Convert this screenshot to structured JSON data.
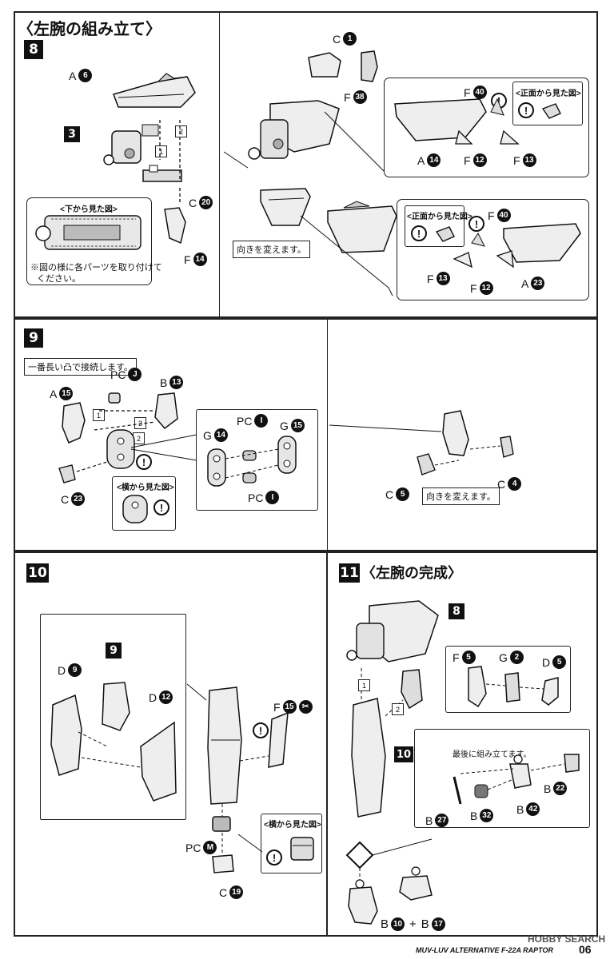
{
  "section_title": "〈左腕の組み立て〉",
  "step8": {
    "step": "8",
    "sub_step": "3",
    "labels": {
      "a6": {
        "letter": "A",
        "num": "6"
      },
      "c20": {
        "letter": "C",
        "num": "20"
      },
      "f14": {
        "letter": "F",
        "num": "14"
      },
      "c1": {
        "letter": "C",
        "num": "1"
      },
      "f38": {
        "letter": "F",
        "num": "38"
      },
      "f40a": {
        "letter": "F",
        "num": "40"
      },
      "a14": {
        "letter": "A",
        "num": "14"
      },
      "f12a": {
        "letter": "F",
        "num": "12"
      },
      "f13a": {
        "letter": "F",
        "num": "13"
      },
      "f40b": {
        "letter": "F",
        "num": "40"
      },
      "f13b": {
        "letter": "F",
        "num": "13"
      },
      "f12b": {
        "letter": "F",
        "num": "12"
      },
      "a23": {
        "letter": "A",
        "num": "23"
      }
    },
    "order_labels": [
      "1",
      "2"
    ],
    "bottom_view_header": "<下から見た図>",
    "bottom_view_note_1": "※図の様に各パーツを取り付けて",
    "bottom_view_note_2": "ください。",
    "front_view_header_1": "<正面から見た図>",
    "front_view_header_2": "<正面から見た図>",
    "rotate_note": "向きを変えます。"
  },
  "step9": {
    "step": "9",
    "longest_note": "一番長い凸で接続します。",
    "labels": {
      "pcj": {
        "letter": "PC",
        "num": "J"
      },
      "b13": {
        "letter": "B",
        "num": "13"
      },
      "a15": {
        "letter": "A",
        "num": "15"
      },
      "c23": {
        "letter": "C",
        "num": "23"
      },
      "g14": {
        "letter": "G",
        "num": "14"
      },
      "pci1": {
        "letter": "PC",
        "num": "I"
      },
      "g15": {
        "letter": "G",
        "num": "15"
      },
      "pci2": {
        "letter": "PC",
        "num": "I"
      },
      "c5": {
        "letter": "C",
        "num": "5"
      },
      "c4": {
        "letter": "C",
        "num": "4"
      }
    },
    "order_labels": [
      "1",
      "2",
      "3"
    ],
    "side_view_header": "<横から見た図>",
    "rotate_note": "向きを変えます。"
  },
  "step10": {
    "step": "10",
    "sub_step": "9",
    "labels": {
      "d9": {
        "letter": "D",
        "num": "9"
      },
      "d12": {
        "letter": "D",
        "num": "12"
      },
      "f15": {
        "letter": "F",
        "num": "15"
      },
      "pcm": {
        "letter": "PC",
        "num": "M"
      },
      "c19": {
        "letter": "C",
        "num": "19"
      }
    },
    "side_view_header": "<横から見た図>"
  },
  "step11": {
    "step": "11",
    "title": "〈左腕の完成〉",
    "sub_step_8": "8",
    "sub_step_10": "10",
    "labels": {
      "f5": {
        "letter": "F",
        "num": "5"
      },
      "g2": {
        "letter": "G",
        "num": "2"
      },
      "d5": {
        "letter": "D",
        "num": "5"
      },
      "b22": {
        "letter": "B",
        "num": "22"
      },
      "b27": {
        "letter": "B",
        "num": "27"
      },
      "b32": {
        "letter": "B",
        "num": "32"
      },
      "b42": {
        "letter": "B",
        "num": "42"
      },
      "b10": {
        "letter": "B",
        "num": "10"
      },
      "b17": {
        "letter": "B",
        "num": "17"
      }
    },
    "plus": "+",
    "order_labels": [
      "1",
      "2"
    ],
    "last_note": "最後に組み立てます。"
  },
  "footer": {
    "product": "MUV-LUV ALTERNATIVE  F-22A RAPTOR",
    "page": "06",
    "watermark": "HOBBY SEARCH"
  },
  "colors": {
    "ink": "#111111",
    "part_fill": "#e6e6e6",
    "part_shade": "#9a9a9a"
  }
}
